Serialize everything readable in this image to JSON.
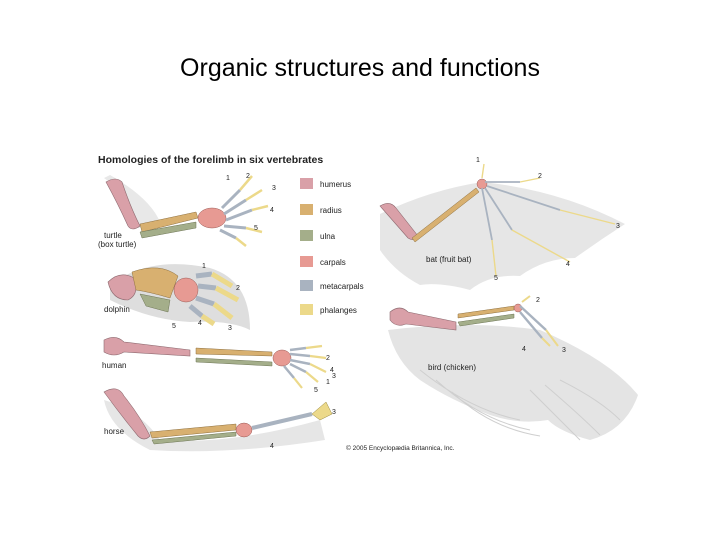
{
  "slide": {
    "title": "Organic structures and functions"
  },
  "figure": {
    "title": "Homologies of the forelimb in six vertebrates",
    "credit": "© 2005 Encyclopædia Britannica, Inc.",
    "legend": [
      {
        "label": "humerus",
        "color": "#d9a0a8"
      },
      {
        "label": "radius",
        "color": "#d8b070"
      },
      {
        "label": "ulna",
        "color": "#a4ae8a"
      },
      {
        "label": "carpals",
        "color": "#e79a93"
      },
      {
        "label": "metacarpals",
        "color": "#a9b3c0"
      },
      {
        "label": "phalanges",
        "color": "#ecd98a"
      }
    ],
    "animals": {
      "turtle": {
        "line1": "turtle",
        "line2": "(box turtle)"
      },
      "dolphin": "dolphin",
      "human": "human",
      "horse": "horse",
      "bat": "bat (fruit bat)",
      "bird": "bird (chicken)"
    },
    "digits": [
      "1",
      "2",
      "3",
      "4",
      "5"
    ]
  }
}
